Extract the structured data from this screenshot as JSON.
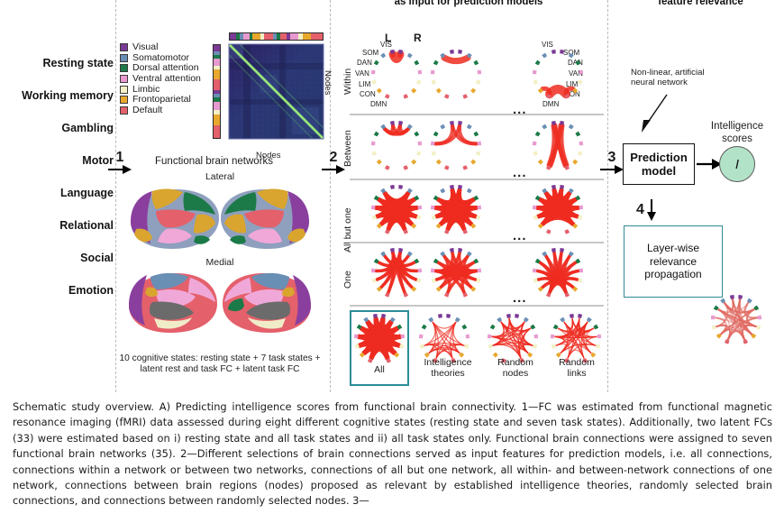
{
  "headers": {
    "col_b": "as input for prediction models",
    "col_c": "feature relevance"
  },
  "cognitive_states": {
    "label": "cognitive-states",
    "items": [
      "Resting state",
      "Working memory",
      "Gambling",
      "Motor",
      "Language",
      "Relational",
      "Social",
      "Emotion"
    ]
  },
  "steps": {
    "one": "1",
    "two": "2",
    "three": "3",
    "four": "4"
  },
  "legend": {
    "title": "functional-networks-legend",
    "items": [
      {
        "label": "Visual",
        "color": "#7b3a95"
      },
      {
        "label": "Somatomotor",
        "color": "#6a8fb5"
      },
      {
        "label": "Dorsal attention",
        "color": "#1b7a47"
      },
      {
        "label": "Ventral attention",
        "color": "#e89ad0"
      },
      {
        "label": "Limbic",
        "color": "#f2f0c4"
      },
      {
        "label": "Frontoparietal",
        "color": "#e8a82e"
      },
      {
        "label": "Default",
        "color": "#e4606b"
      }
    ]
  },
  "matrix": {
    "x_axis_label": "Nodes",
    "y_axis_label": "Nodes"
  },
  "brains": {
    "section_title": "Functional brain networks",
    "lateral_label": "Lateral",
    "medial_label": "Medial",
    "caption": "10 cognitive states: resting state + 7 task states + latent rest and task FC + latent task FC"
  },
  "connectome": {
    "hemisphere_labels": {
      "left": "L",
      "right": "R"
    },
    "network_labels": [
      "VIS",
      "SOM",
      "DAN",
      "VAN",
      "LIM",
      "CON",
      "DMN"
    ],
    "row_labels": [
      "Within",
      "Between",
      "All but one",
      "One"
    ],
    "ellipsis": "...",
    "bottom_selections": [
      {
        "label": "All",
        "selected": true
      },
      {
        "label": "Intelligence\ntheories",
        "selected": false
      },
      {
        "label": "Random\nnodes",
        "selected": false
      },
      {
        "label": "Random\nlinks",
        "selected": false
      }
    ],
    "bottom_selection_labels": [
      "All",
      "Intelligence theories",
      "Random nodes",
      "Random links"
    ]
  },
  "model": {
    "annotation": "Non-linear, artificial neural network",
    "prediction_box": "Prediction model",
    "output_label": "Intelligence scores",
    "output_symbol": "I",
    "lrp_box": "Layer-wise relevance propagation"
  },
  "colors": {
    "accent_teal": "#2e8c96",
    "intelligence_circle": "#b2e3c8",
    "connection_red": "#ee2b20",
    "separator_gray": "#c6c6c6"
  },
  "caption": {
    "text": "Schematic study overview. A) Predicting intelligence scores from functional brain connectivity. 1—FC was estimated from functional magnetic resonance imaging (fMRI) data assessed during eight different cognitive states (resting state and seven task states). Additionally, two latent FCs (33) were estimated based on i) resting state and all task states and ii) all task states only. Functional brain connections were assigned to seven functional brain networks (35). 2—Different selections of brain connections served as input features for prediction models, i.e. all connections, connections within a network or between two networks, connections of all but one network, all within- and between-network connections of one network, connections between brain regions (nodes) proposed as relevant by established intelligence theories, randomly selected brain connections, and connections between randomly selected nodes. 3—"
  }
}
